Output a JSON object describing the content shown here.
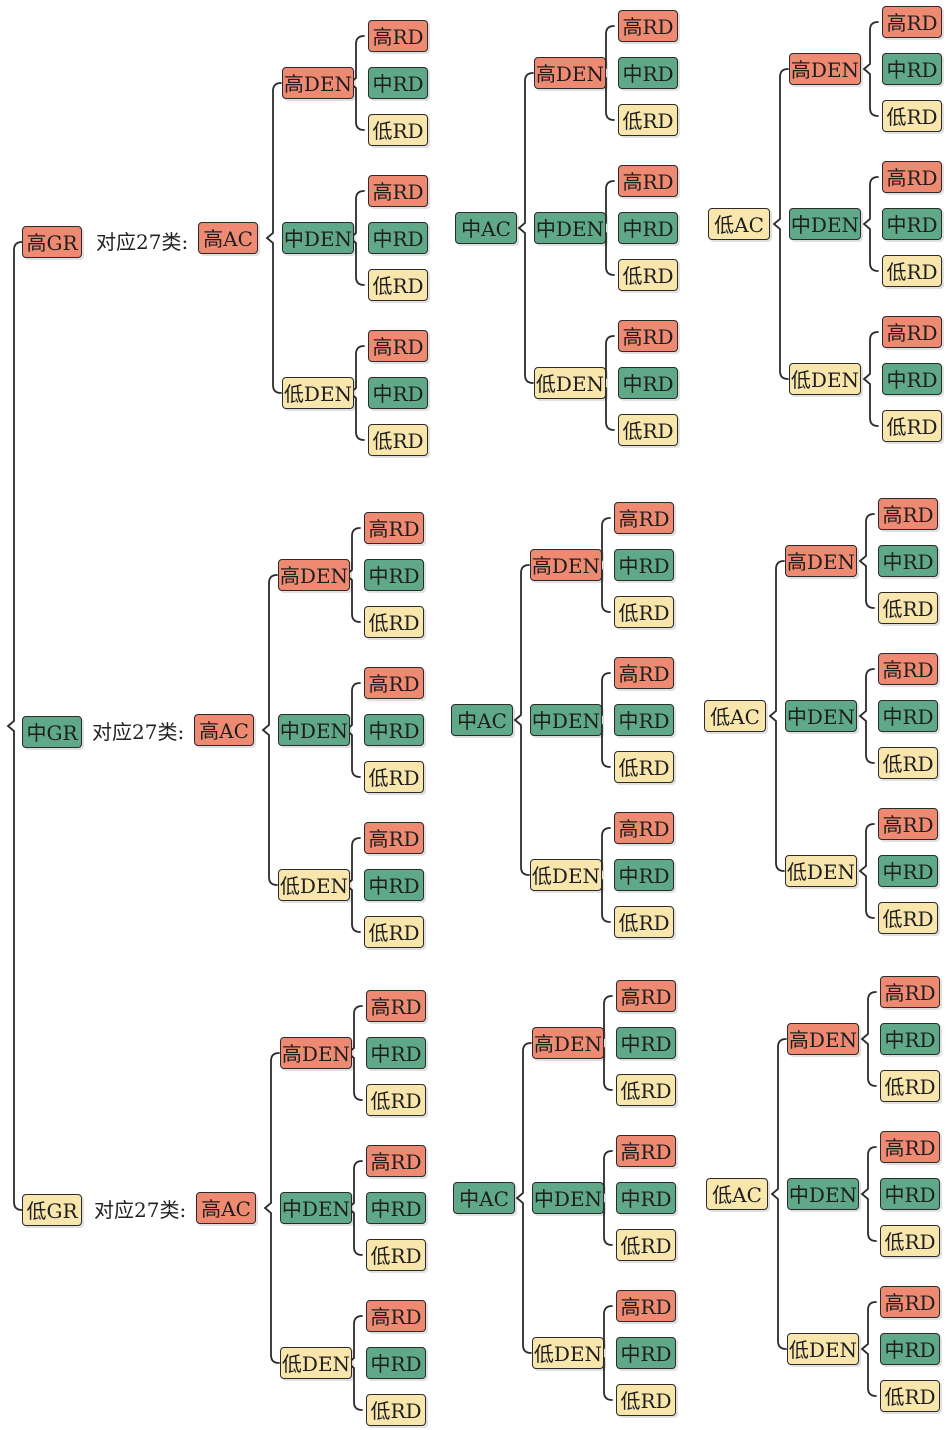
{
  "levels": {
    "gr": {
      "high": "高GR",
      "mid": "中GR",
      "low": "低GR"
    },
    "ac": {
      "high": "高AC",
      "mid": "中AC",
      "low": "低AC"
    },
    "den": {
      "high": "高DEN",
      "mid": "中DEN",
      "low": "低DEN"
    },
    "rd": {
      "high": "高RD",
      "mid": "中RD",
      "low": "低RD"
    }
  },
  "relation_text": "对应27类:",
  "colors": {
    "high": "#ef8a72",
    "mid": "#5fa989",
    "low": "#f9e6ad",
    "line": "#2b2b2b"
  }
}
